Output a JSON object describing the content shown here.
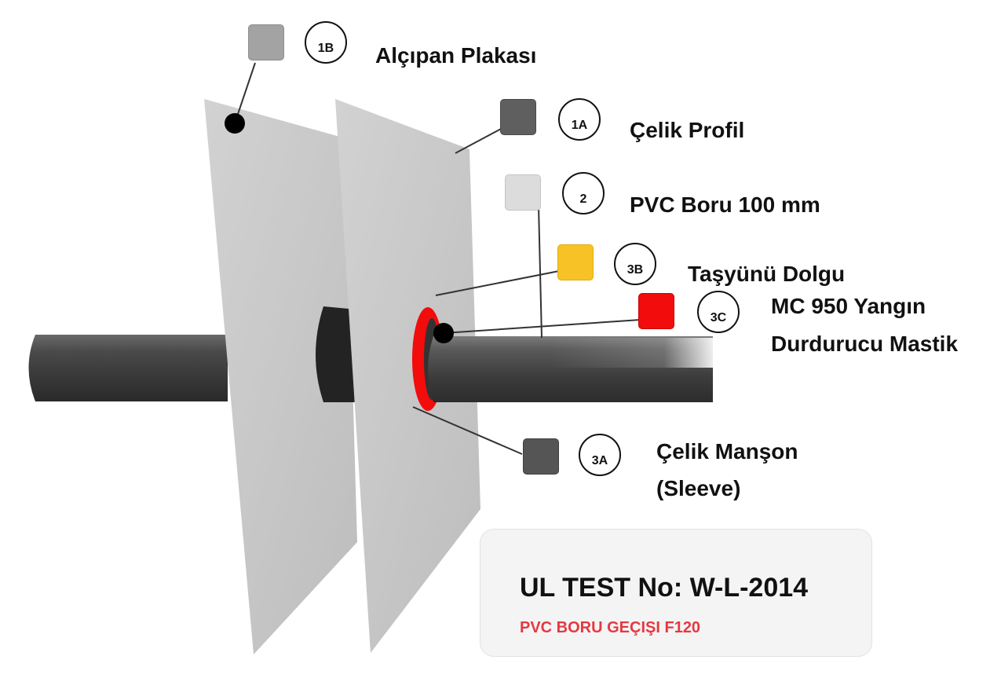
{
  "components": [
    {
      "id": "1B",
      "name": "Alçıpan Plakası",
      "color": "#a3a3a3"
    },
    {
      "id": "1A",
      "name": "Çelik Profil",
      "color": "#5f5f60"
    },
    {
      "id": "2",
      "name": "PVC Boru 100 mm",
      "color": "#dcdcdc"
    },
    {
      "id": "3B",
      "name": "Taşyünü Dolgu",
      "color": "#f6c226"
    },
    {
      "id": "3C",
      "name": "MC 950 Yangın",
      "name_line2": "Durdurucu Mastik",
      "color": "#f20c0c"
    },
    {
      "id": "3A",
      "name": "Çelik Manşon",
      "name_line2": "(Sleeve)",
      "color": "#555556"
    }
  ],
  "card": {
    "title": "UL TEST No: W-L-2014",
    "subtitle": "PVC BORU GEÇIŞI F120",
    "subtitle_color": "#e5393f"
  },
  "colors": {
    "panel": "#c9c9ca",
    "pipe": "#4a4a4b",
    "sealant": "#f20c0c",
    "sleeve": "#2c2c2d"
  }
}
